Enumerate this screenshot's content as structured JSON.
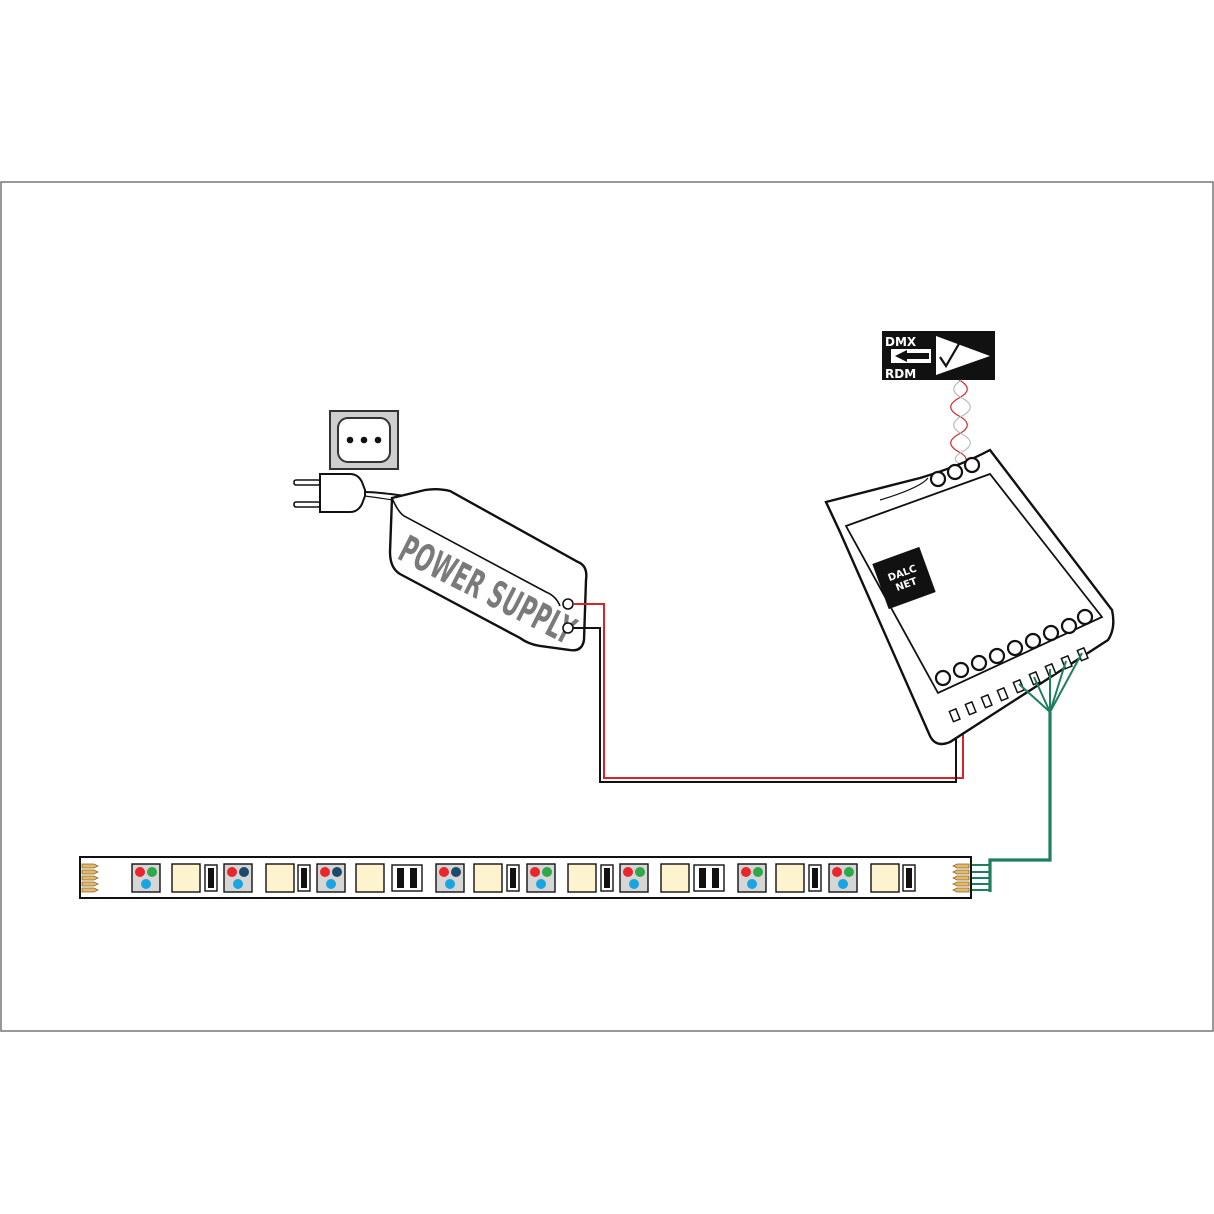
{
  "power_supply": {
    "label": "POWER SUPPLY"
  },
  "controller": {
    "brand_line1": "DALC",
    "brand_line2": "NET"
  },
  "dmx_badge": {
    "line1": "DMX",
    "line2": "RDM"
  },
  "led_strip": {
    "repeating_pattern": [
      "rgb-led",
      "warm-white-led",
      "resistor"
    ],
    "led_colors": {
      "red": "#e8262b",
      "green": "#2ea84a",
      "blue": "#1aa5e0",
      "navy": "#1d4a6b",
      "warm_white": "#fdf3cf"
    }
  },
  "wires": {
    "positive": "#d8232a",
    "negative": "#111111",
    "data": "#1e7f5c"
  }
}
